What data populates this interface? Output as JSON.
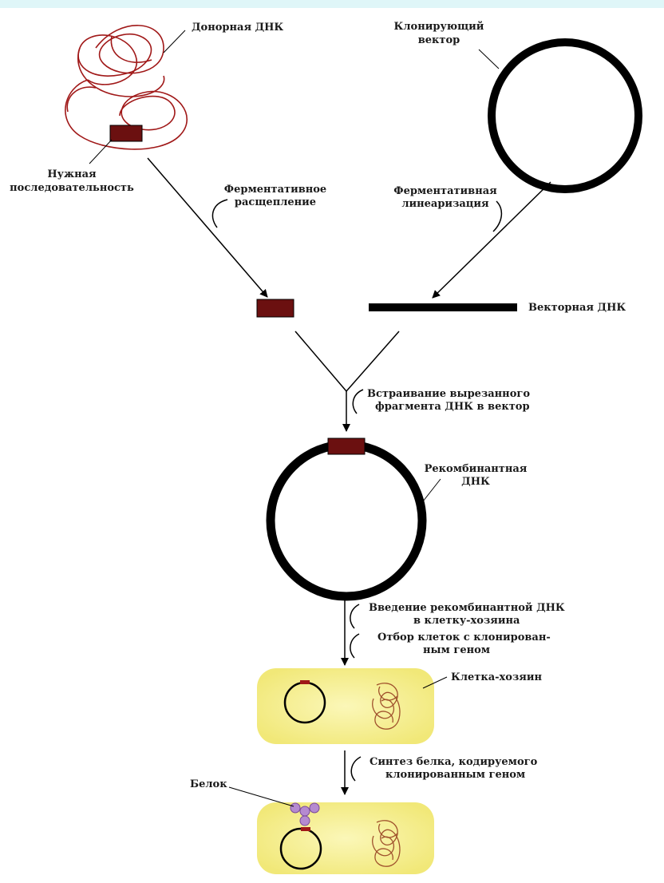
{
  "labels": {
    "donor_dna": "Донорная ДНК",
    "target_seq_line1": "Нужная",
    "target_seq_line2": "последовательность",
    "cloning_vector_line1": "Клонирующий",
    "cloning_vector_line2": "вектор",
    "enzymatic_cleavage_line1": "Ферментативное",
    "enzymatic_cleavage_line2": "расщепление",
    "enzymatic_linearization_line1": "Ферментативная",
    "enzymatic_linearization_line2": "линеаризация",
    "vector_dna": "Векторная ДНК",
    "insertion_line1": "Встраивание вырезанного",
    "insertion_line2": "фрагмента ДНК в вектор",
    "recombinant_line1": "Рекомбинантная",
    "recombinant_line2": "ДНК",
    "introduction_line1": "Введение рекомбинантной ДНК",
    "introduction_line2": "в клетку-хозяина",
    "selection_line1": "Отбор клеток с клонирован-",
    "selection_line2": "ным геном",
    "host_cell": "Клетка-хозяин",
    "protein_synthesis_line1": "Синтез белка, кодируемого",
    "protein_synthesis_line2": "клонированным геном",
    "protein": "Белок"
  },
  "colors": {
    "dna_red": "#a01818",
    "insert_fill": "#6b1010",
    "ink": "#000000",
    "cell_fill": "#f7f29a",
    "protein": "#b58ad0"
  }
}
